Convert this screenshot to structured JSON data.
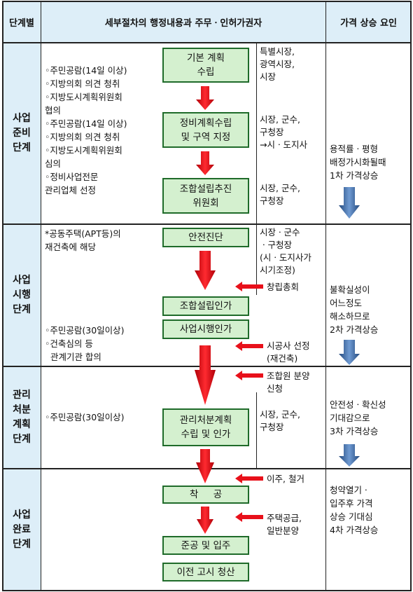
{
  "header": {
    "col_stage": "단계별",
    "col_procedure": "세부절차의 행정내용과 주무ㆍ인허가권자",
    "col_factor": "가격 상승 요인"
  },
  "stages": [
    {
      "name": "사업\n준비\n단계",
      "notes": "◦주민공람(14일 이상)\n◦지방의회 의견 청취\n◦지방도시계획위원회\n협의\n◦주민공람(14일 이상)\n◦지방의회 의견 청취\n◦지방도시계획위원회\n심의\n◦정비사업전문\n관리업체 선정",
      "steps": [
        "기본 계획\n수립",
        "정비계획수립\n및 구역 지정",
        "조합설립추진\n위원회"
      ],
      "authorities": [
        "특별시장,\n광역시장,\n시장",
        "시장, 군수,\n구청장\n→시ㆍ도지사",
        "시장, 군수,\n구청장"
      ],
      "factor": "용적률ㆍ평형\n배정가시화될때\n1차 가격상승"
    },
    {
      "name": "사업\n시행\n단계",
      "notes_top": "*공동주택(APT등)의\n재건축에 해당",
      "notes_bottom": "◦주민공람(30일이상)\n◦건축심의 등\n  관계기관 합의",
      "steps": [
        "안전진단",
        "조합설립인가",
        "사업시행인가"
      ],
      "authorities": [
        "시장ㆍ군수\nㆍ구청장\n(시ㆍ도지사가\n시기조정)"
      ],
      "side_labels": [
        "창립총회",
        "시공사 선정\n(재건축)"
      ],
      "factor": "불확실성이\n어느정도\n해소하므로\n2차 가격상승"
    },
    {
      "name": "관리\n처분\n계획\n단계",
      "notes": "◦주민공람(30일이상)",
      "steps": [
        "관리처분계획\n수립 및 인가"
      ],
      "authorities": [
        "시장, 군수,\n구청장"
      ],
      "side_labels": [
        "조합원 분양\n신청"
      ],
      "factor": "안전성ㆍ확신성\n기대감으로\n3차 가격상승"
    },
    {
      "name": "사업\n완료\n단계",
      "steps": [
        "착     공",
        "준공 및 입주",
        "이전 고시 청산"
      ],
      "side_labels": [
        "이주, 철거",
        "주택공급,\n일반분양"
      ],
      "factor": "청약열기ㆍ\n입주후 가격\n상승 기대심\n4차 가격상승"
    }
  ],
  "colors": {
    "header_bg": "#ddeef8",
    "step_fill": "#d4f0cf",
    "step_border": "#1f6b2a",
    "arrow_red": "#e8101a",
    "arrow_blue": "#2f5f9f",
    "border": "#222222"
  }
}
